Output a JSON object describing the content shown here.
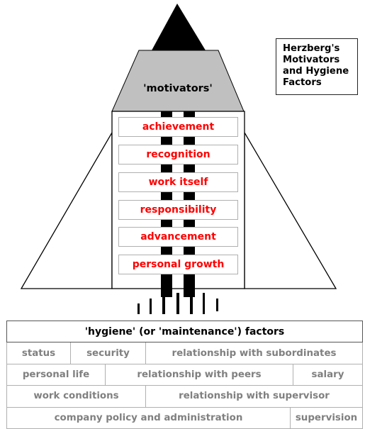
{
  "title": {
    "lines": [
      "Herzberg's",
      "Motivators",
      "and Hygiene",
      "Factors"
    ]
  },
  "motivators": {
    "heading": "'motivators'",
    "items": [
      "achievement",
      "recognition",
      "work itself",
      "responsibility",
      "advancement",
      "personal growth"
    ]
  },
  "hygiene": {
    "heading": "'hygiene' (or 'maintenance') factors",
    "rows": [
      [
        "status",
        "security",
        "relationship with subordinates"
      ],
      [
        "personal life",
        "relationship with peers",
        "salary"
      ],
      [
        "work conditions",
        "relationship with supervisor"
      ],
      [
        "company policy and administration",
        "supervision"
      ]
    ]
  },
  "colors": {
    "motivator_text": "#ff0000",
    "hygiene_text": "#808080",
    "nose": "#000000",
    "hood": "#c0c0c0"
  }
}
